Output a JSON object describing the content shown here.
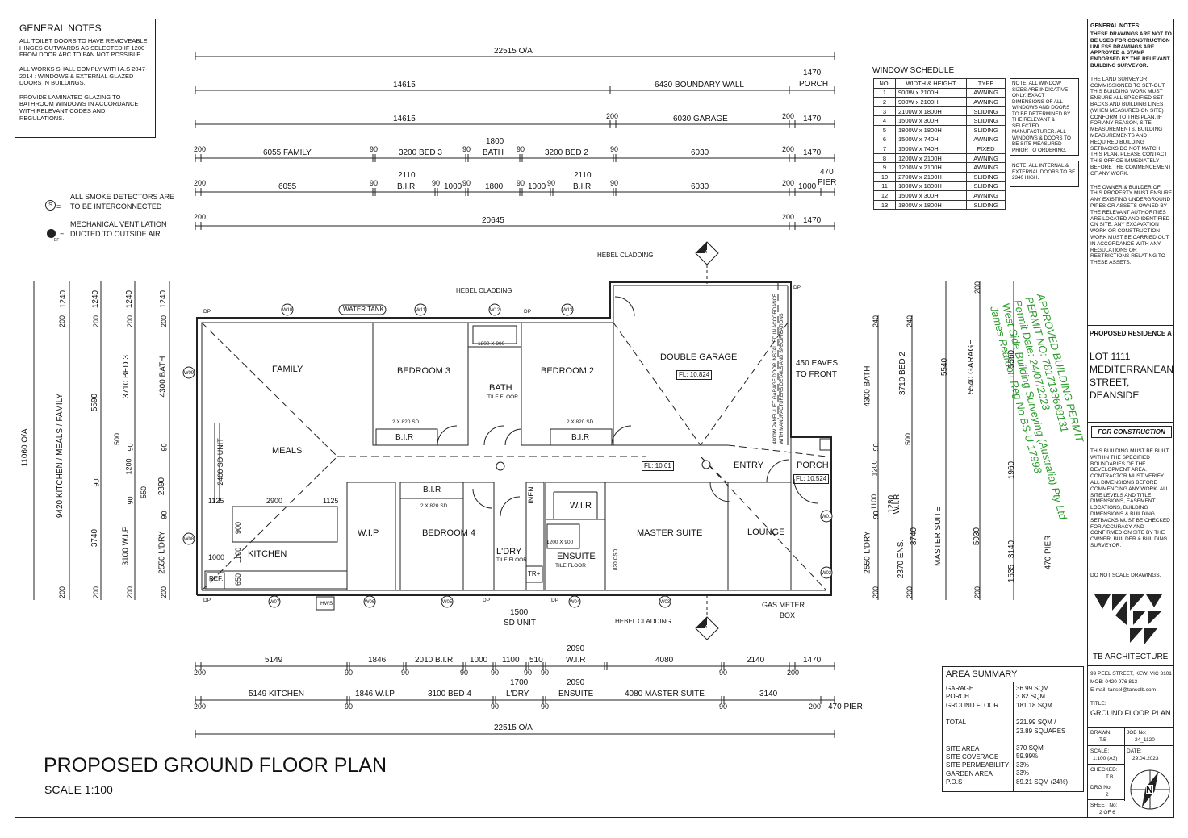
{
  "general_notes_left": {
    "title": "GENERAL NOTES",
    "note1": "ALL TOILET DOORS TO HAVE REMOVEABLE HINGES OUTWARDS AS SELECTED IF 1200 FROM DOOR ARC TO PAN NOT POSSIBLE.",
    "note2": "ALL WORKS SHALL COMPLY WITH A.S 2047-2014 : WINDOWS & EXTERNAL GLAZED DOORS IN BUILDINGS.",
    "note3": "PROVIDE LAMINATED GLAZING TO BATHROOM WINDOWS IN ACCORDANCE WITH RELEVANT CODES AND REGULATIONS."
  },
  "legend": {
    "smoke_symbol": "S",
    "smoke_line1": "ALL SMOKE DETECTORS ARE",
    "smoke_line2": "TO BE INTERCONNECTED",
    "vent_symbol": "EF",
    "vent_line1": "MECHANICAL VENTILATION",
    "vent_line2": "DUCTED TO OUTSIDE AIR"
  },
  "top_dims": {
    "row1": [
      "22515 O/A",
      "1470",
      "PORCH"
    ],
    "row2": [
      "14615",
      "6430 BOUNDARY WALL"
    ],
    "row3": [
      "14615",
      "200",
      "6030 GARAGE",
      "200",
      "1470"
    ],
    "row4": [
      "200",
      "6055 FAMILY",
      "90",
      "3200 BED 3",
      "90",
      "1800",
      "BATH",
      "90",
      "3200 BED 2",
      "90",
      "6030",
      "200",
      "1470"
    ],
    "row5": [
      "200",
      "6055",
      "90",
      "2110",
      "B.I.R",
      "90",
      "1000",
      "90",
      "1800",
      "90",
      "1000",
      "90",
      "2110",
      "B.I.R",
      "90",
      "6030",
      "200",
      "1000",
      "470",
      "PIER"
    ],
    "row6": [
      "200",
      "20645",
      "200",
      "1470"
    ]
  },
  "bottom_dims": {
    "row1": [
      "5149",
      "1846",
      "2010 B.I.R",
      "1000",
      "1100",
      "510",
      "2090",
      "W.I.R",
      "4080",
      "2140",
      "1470"
    ],
    "row1_small": [
      "200",
      "90",
      "90",
      "90",
      "90",
      "90",
      "90",
      "90",
      "200"
    ],
    "row2": [
      "5149 KITCHEN",
      "1846 W.I.P",
      "3100 BED 4",
      "1700",
      "L'DRY",
      "2090",
      "ENSUITE",
      "4080 MASTER SUITE",
      "3140",
      "470 PIER"
    ],
    "row2_small": [
      "200",
      "90",
      "90",
      "90",
      "90",
      "200"
    ],
    "row3": [
      "22515 O/A"
    ]
  },
  "left_dims": [
    "11060 O/A",
    "9420 KITCHEN / MEALS / FAMILY",
    "5590",
    "3740",
    "3710 BED 3",
    "3100 W.I.P",
    "4300 BATH",
    "2550 L'DRY",
    "2390",
    "1240",
    "1240",
    "1240",
    "1240",
    "200",
    "200",
    "200",
    "200",
    "90",
    "90",
    "90",
    "90",
    "500",
    "1200",
    "550",
    "90"
  ],
  "right_dims": [
    "4300 BATH",
    "2550 L'DRY",
    "3710 BED 2",
    "2370 ENS.",
    "1280",
    "W.I.R",
    "3740",
    "MASTER SUITE",
    "5540",
    "5540 GARAGE",
    "5030",
    "5560",
    "1960",
    "3140",
    "1535",
    "470 PIER",
    "240",
    "240",
    "200",
    "200",
    "200",
    "200",
    "90",
    "90",
    "1100",
    "1200",
    "500"
  ],
  "rooms": {
    "family": "FAMILY",
    "bed3": "BEDROOM 3",
    "bath": "BATH",
    "bath_floor": "TILE FLOOR",
    "bed2": "BEDROOM 2",
    "garage": "DOUBLE GARAGE",
    "garage_fl": "FL: 10.824",
    "meals": "MEALS",
    "entry": "ENTRY",
    "entry_fl": "FL: 10.61",
    "porch": "PORCH",
    "porch_fl": "FL: 10.524",
    "kitchen": "KITCHEN",
    "wip": "W.I.P",
    "bed4": "BEDROOM 4",
    "ldry": "L'DRY",
    "ldry_floor": "TILE FLOOR",
    "linen": "LINEN",
    "wir": "W.I.R",
    "ensuite": "ENSUITE",
    "ensuite_floor": "TILE FLOOR",
    "master": "MASTER SUITE",
    "lounge": "LOUNGE",
    "bir_bed3": "B.I.R",
    "bir_bed2": "B.I.R",
    "bir_bed4": "B.I.R",
    "ref": "REF.",
    "tr": "TR+"
  },
  "plan_labels": {
    "sd_unit_left": "2400 SD UNIT",
    "sd_unit_bottom_1": "1500",
    "sd_unit_bottom_2": "SD UNIT",
    "hebel1": "HEBEL CLADDING",
    "hebel2": "HEBEL CLADDING",
    "hebel3": "HEBEL CLADDING",
    "water_tank": "WATER TANK",
    "hws": "HWS",
    "gas_meter": "GAS  METER",
    "gas_box": "BOX",
    "eaves1": "450 EAVES",
    "eaves2": "TO FRONT",
    "garage_door": "4800W PANEL-LIFT GARAGE DOOR INSTALLED IN ACCORDANCE WITH MANUFACTURERS DETAILS AND SPECIFICATIONS",
    "shower_bath": "1800 X 900",
    "shower_ens": "1200 X 900",
    "bir_sd1": "2 X 820 SD",
    "bir_sd2": "2 X 820 SD",
    "bir_sd3": "2 X 820 SD",
    "ens_csd": "820 CSD",
    "kitchen_1125a": "1125",
    "kitchen_2900": "2900",
    "kitchen_1125b": "1125",
    "kitchen_900": "900",
    "kitchen_1100": "1100",
    "kitchen_1000": "1000",
    "kitchen_650": "650",
    "section_marker": "A",
    "dp": "DP",
    "windows": [
      "W10",
      "W11",
      "W12",
      "W13",
      "W09",
      "W08",
      "W07",
      "W06",
      "W05",
      "W04",
      "W03",
      "W01",
      "W02"
    ]
  },
  "window_schedule": {
    "title": "WINDOW SCHEDULE",
    "headers": [
      "NO.",
      "WIDTH & HEIGHT",
      "TYPE"
    ],
    "rows": [
      [
        "1",
        "900W x 2100H",
        "AWNING"
      ],
      [
        "2",
        "900W x 2100H",
        "AWNING"
      ],
      [
        "3",
        "2100W x 1800H",
        "SLIDING"
      ],
      [
        "4",
        "1500W x 300H",
        "SLIDING"
      ],
      [
        "5",
        "1800W x 1800H",
        "SLIDING"
      ],
      [
        "6",
        "1500W x 740H",
        "AWNING"
      ],
      [
        "7",
        "1500W x 740H",
        "FIXED"
      ],
      [
        "8",
        "1200W x 2100H",
        "AWNING"
      ],
      [
        "9",
        "1200W x 2100H",
        "AWNING"
      ],
      [
        "10",
        "2700W x 2100H",
        "SLIDING"
      ],
      [
        "11",
        "1800W x 1800H",
        "SLIDING"
      ],
      [
        "12",
        "1500W x 300H",
        "AWNING"
      ],
      [
        "13",
        "1800W x 1800H",
        "SLIDING"
      ]
    ],
    "note1": "NOTE: ALL WINDOW SIZES ARE INDICATIVE ONLY. EXACT DIMENSIONS OF ALL WINDOWS AND DOORS TO BE DETERMINED BY THE RELEVANT & SELECTED MANUFACTURER. ALL WINDOWS & DOORS TO BE SITE MEASURED PRIOR TO ORDERING.",
    "note2": "NOTE: ALL INTERNAL & EXTERNAL DOORS TO BE 2340 HIGH."
  },
  "stamp": {
    "line1": "APPROVED BUILDING PERMIT",
    "line2": "PERMIT NO: 7817133668131",
    "line3": "Permit Date: 24/07/2023",
    "line4": "West Side Building Surveying (Australia) Pty Ltd",
    "line5": "James Reardon  Reg No BS-U 17998"
  },
  "right_panel": {
    "general_title": "GENERAL NOTES:",
    "general_bold": "THESE DRAWINGS ARE NOT TO BE USED FOR CONSTRUCTION UNLESS DRAWINGS ARE APPROVED & STAMP ENDORSED BY THE RELEVANT BUILDING SURVEYOR.",
    "surveyor": "THE LAND SURVEYOR COMMISSIONED TO SET-OUT THIS BUILDING WORK MUST ENSURE ALL SPECIFIED SET-BACKS AND BUILDING LINES (WHEN MEASURED ON SITE) CONFORM TO THIS PLAN. IF FOR ANY REASON, SITE MEASUREMENTS, BUILDING MEASUREMENTS AND REQUIRED BUILDING SETBACKS DO NOT MATCH THIS PLAN, PLEASE CONTACT THIS OFFICE IMMEDIATELY BEFORE THE COMMENCEMENT OF ANY WORK.",
    "owner": "THE OWNER & BUILDER OF THIS PROPERTY MUST ENSURE ANY EXISTING UNDERGROUND PIPES OR ASSETS OWNED BY THE RELEVANT AUTHORITIES ARE LOCATED AND IDENTIFIED ON SITE. ANY EXCAVATION WORK OR CONSTRUCTION WORK MUST BE CARRIED OUT IN ACCORDANCE WITH ANY REGULATIONS OR RESTRICTIONS RELATING TO THESE ASSETS.",
    "proposed": "PROPOSED RESIDENCE AT",
    "lot": "LOT 1111 MEDITERRANEAN STREET, DEANSIDE",
    "for_construction": "FOR CONSTRUCTION",
    "construction_notes": "THIS BUILDING MUST BE BUILT WITHIN THE SPECIFIED BOUNDARIES OF THE DEVELOPMENT AREA. CONTRACTOR MUST VERIFY ALL DIMENSIONS BEFORE COMMENCING ANY WORK. ALL SITE LEVELS AND TITLE DIMENSIONS, EASEMENT LOCATIONS, BUILDING DIMENSIONS & BUILDING SETBACKS MUST BE CHECKED FOR ACCURACY AND CONFIRMED ON SITE BY THE OWNER, BUILDER & BUILDING SURVEYOR.",
    "no_scale": "DO NOT SCALE DRAWINGS.",
    "firm": "TB ARCHITECTURE",
    "address": "99 PEEL STREET, KEW, VIC 3101",
    "mob": "MOB: 0420 976 813",
    "email": "E-mail: tansel@tanselb.com",
    "title_label": "TITLE:",
    "title": "GROUND FLOOR PLAN",
    "drawn_label": "DRAWN:",
    "drawn": "T.B",
    "job_label": "JOB No:",
    "job": "24_1120",
    "scale_label": "SCALE:",
    "scale": "1:100 (A3)",
    "date_label": "DATE:",
    "date": "29.04.2023",
    "checked_label": "CHECKED:",
    "checked": "T.B.",
    "drg_label": "DRG No:",
    "drg": "2",
    "sheet_label": "SHEET No:",
    "sheet": "2 OF 6",
    "north": "N"
  },
  "area_summary": {
    "title": "AREA SUMMARY",
    "labels1": [
      "GARAGE",
      "PORCH",
      "GROUND FLOOR"
    ],
    "values1": [
      "36.99 SQM",
      "3.82 SQM",
      "181.18 SQM"
    ],
    "total_label": "TOTAL",
    "total_value1": "221.99 SQM /",
    "total_value2": "23.89 SQUARES",
    "labels2": [
      "SITE AREA",
      "SITE COVERAGE",
      "SITE PERMEABILITY",
      "GARDEN AREA",
      "P.O.S"
    ],
    "values2": [
      "370 SQM",
      "59.99%",
      "33%",
      "33%",
      "89.21 SQM (24%)"
    ]
  },
  "drawing_title": "PROPOSED GROUND FLOOR PLAN",
  "drawing_scale": "SCALE 1:100"
}
